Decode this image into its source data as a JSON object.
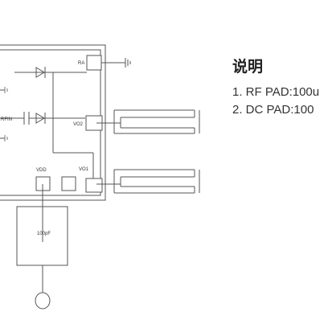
{
  "schematic": {
    "pads": {
      "ra": "RA",
      "vo2": "VO2",
      "vo1": "VO1",
      "vdd": "VDD",
      "rfin": "RFIN"
    },
    "capacitor_label": "100pF"
  },
  "notes": {
    "title": "说明",
    "lines": [
      "1. RF PAD:100u",
      "2. DC PAD:100"
    ]
  }
}
